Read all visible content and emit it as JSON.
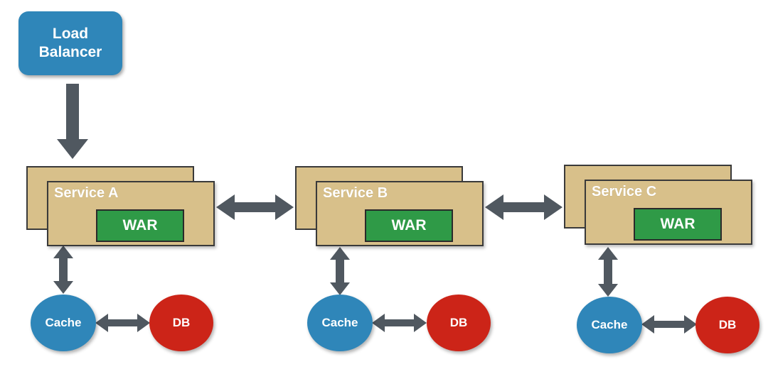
{
  "load_balancer": {
    "line1": "Load",
    "line2": "Balancer"
  },
  "services": [
    {
      "label": "Service A",
      "component": "WAR",
      "cache": "Cache",
      "db": "DB"
    },
    {
      "label": "Service B",
      "component": "WAR",
      "cache": "Cache",
      "db": "DB"
    },
    {
      "label": "Service C",
      "component": "WAR",
      "cache": "Cache",
      "db": "DB"
    }
  ],
  "colors": {
    "load_balancer": "#2f86b9",
    "service": "#d8c08a",
    "war": "#2f9a47",
    "cache": "#2f86b9",
    "db": "#cc2418",
    "arrow": "#505860"
  }
}
